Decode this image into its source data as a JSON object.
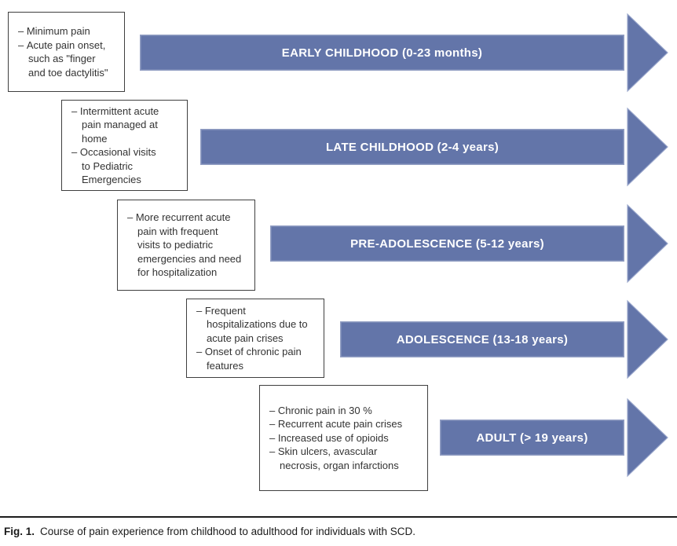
{
  "caption": {
    "label": "Fig. 1.",
    "text": "Course of pain experience from childhood to adulthood for individuals with SCD."
  },
  "colors": {
    "arrow_fill": "#6375A9",
    "arrow_edge": "#9AA7CC",
    "box_border": "#3F3F3F",
    "note_text": "#333333",
    "arrow_label_text": "#FFFFFF"
  },
  "stages": [
    {
      "label": "EARLY CHILDHOOD (0-23 months)",
      "notes": [
        "Minimum pain",
        "Acute pain onset,\nsuch as \"finger\nand toe dactylitis\""
      ]
    },
    {
      "label": "LATE CHILDHOOD (2-4 years)",
      "notes": [
        "Intermittent acute\npain managed at\nhome",
        "Occasional visits\nto Pediatric\nEmergencies"
      ]
    },
    {
      "label": "PRE-ADOLESCENCE (5-12 years)",
      "notes": [
        "More recurrent acute\npain with frequent\nvisits to pediatric\nemergencies and need\nfor hospitalization"
      ]
    },
    {
      "label": "ADOLESCENCE (13-18 years)",
      "notes": [
        "Frequent\nhospitalizations due to\nacute pain crises",
        "Onset of chronic pain\nfeatures"
      ]
    },
    {
      "label": "ADULT (> 19 years)",
      "notes": [
        "Chronic pain in 30 %",
        "Recurrent acute pain crises",
        "Increased use of opioids",
        "Skin ulcers, avascular\nnecrosis, organ infarctions"
      ]
    }
  ]
}
